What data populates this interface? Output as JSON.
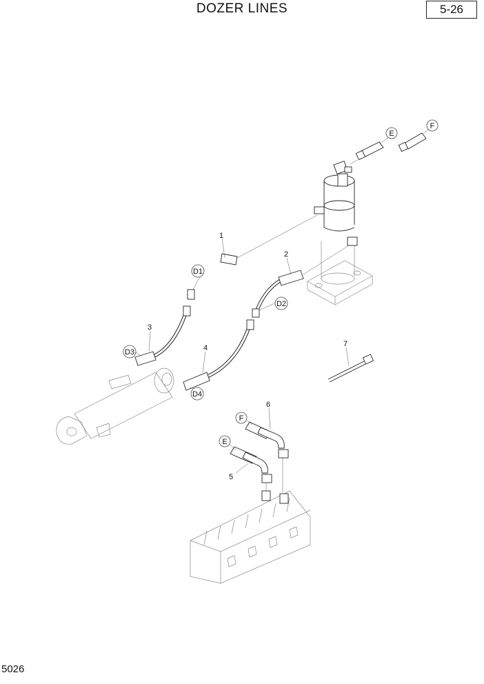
{
  "header": {
    "title": "DOZER LINES",
    "page_ref": "5-26"
  },
  "footer": {
    "code": "5026"
  },
  "callouts": {
    "c1": "1",
    "c2": "2",
    "c3": "3",
    "c4": "4",
    "c5": "5",
    "c6": "6",
    "c7": "7",
    "d1": "D1",
    "d2": "D2",
    "d3": "D3",
    "d4": "D4",
    "e_top": "E",
    "f_top": "F",
    "e_low": "E",
    "f_low": "F"
  }
}
